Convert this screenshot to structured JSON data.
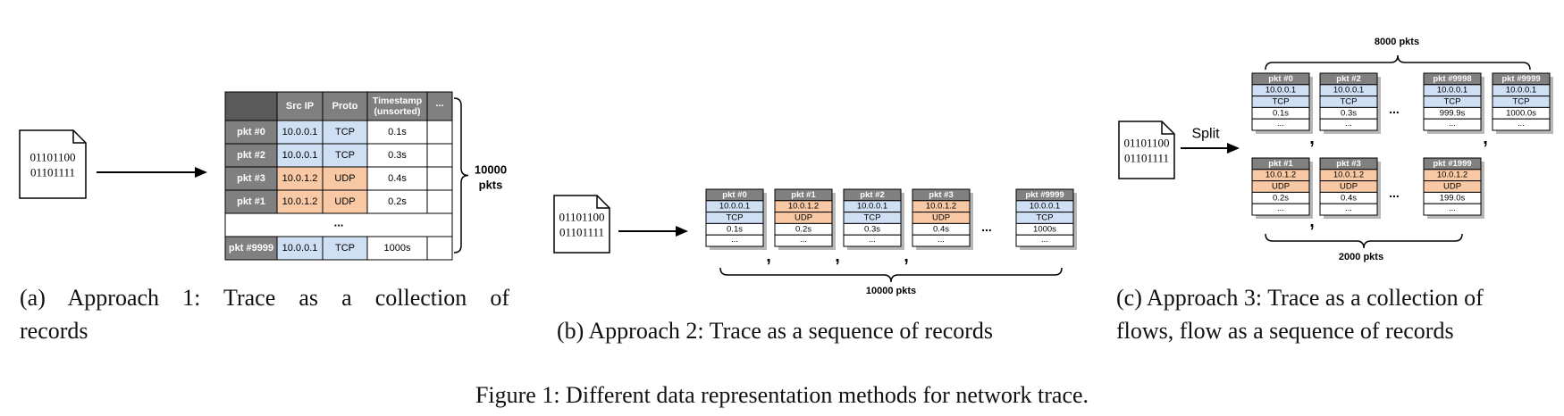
{
  "colors": {
    "header": "#808080",
    "corner": "#5a5a5a",
    "blue": "#cfe0f5",
    "orange": "#f8c9a4",
    "white": "#ffffff",
    "line": "#000000"
  },
  "file_icon": {
    "line1": "01101100",
    "line2": "01101111"
  },
  "approach1": {
    "headers": [
      "",
      "Src IP",
      "Proto",
      "Timestamp\n(unsorted)",
      "..."
    ],
    "rows": [
      {
        "pkt": "pkt #0",
        "ip": "10.0.0.1",
        "proto": "TCP",
        "ts": "0.1s",
        "color": "blue"
      },
      {
        "pkt": "pkt #2",
        "ip": "10.0.0.1",
        "proto": "TCP",
        "ts": "0.3s",
        "color": "blue"
      },
      {
        "pkt": "pkt #3",
        "ip": "10.0.1.2",
        "proto": "UDP",
        "ts": "0.4s",
        "color": "orange"
      },
      {
        "pkt": "pkt #1",
        "ip": "10.0.1.2",
        "proto": "UDP",
        "ts": "0.2s",
        "color": "orange"
      },
      {
        "ellipsis": "..."
      },
      {
        "pkt": "pkt #9999",
        "ip": "10.0.0.1",
        "proto": "TCP",
        "ts": "1000s",
        "color": "blue"
      }
    ],
    "brace_label": [
      "10000",
      "pkts"
    ],
    "caption_line1": "(a) Approach 1: Trace as a collection of",
    "caption_line2": "records"
  },
  "approach2": {
    "records": [
      {
        "pkt": "pkt #0",
        "ip": "10.0.0.1",
        "proto": "TCP",
        "ts": "0.1s",
        "color": "blue"
      },
      {
        "pkt": "pkt #1",
        "ip": "10.0.1.2",
        "proto": "UDP",
        "ts": "0.2s",
        "color": "orange"
      },
      {
        "pkt": "pkt #2",
        "ip": "10.0.0.1",
        "proto": "TCP",
        "ts": "0.3s",
        "color": "blue"
      },
      {
        "pkt": "pkt #3",
        "ip": "10.0.1.2",
        "proto": "UDP",
        "ts": "0.4s",
        "color": "orange"
      },
      {
        "pkt": "pkt #9999",
        "ip": "10.0.0.1",
        "proto": "TCP",
        "ts": "1000s",
        "color": "blue"
      }
    ],
    "more_cell": "...",
    "separator": ",",
    "ellipsis": "...",
    "brace_label": "10000 pkts",
    "caption": "(b) Approach 2: Trace as a sequence of records"
  },
  "approach3": {
    "split_label": "Split",
    "top_label": "8000 pkts",
    "bottom_label": "2000 pkts",
    "flow1": [
      {
        "pkt": "pkt #0",
        "ip": "10.0.0.1",
        "proto": "TCP",
        "ts": "0.1s",
        "color": "blue"
      },
      {
        "pkt": "pkt #2",
        "ip": "10.0.0.1",
        "proto": "TCP",
        "ts": "0.3s",
        "color": "blue"
      },
      {
        "pkt": "pkt #9998",
        "ip": "10.0.0.1",
        "proto": "TCP",
        "ts": "999.9s",
        "color": "blue"
      },
      {
        "pkt": "pkt #9999",
        "ip": "10.0.0.1",
        "proto": "TCP",
        "ts": "1000.0s",
        "color": "blue"
      }
    ],
    "flow2": [
      {
        "pkt": "pkt #1",
        "ip": "10.0.1.2",
        "proto": "UDP",
        "ts": "0.2s",
        "color": "orange"
      },
      {
        "pkt": "pkt #3",
        "ip": "10.0.1.2",
        "proto": "UDP",
        "ts": "0.4s",
        "color": "orange"
      },
      {
        "pkt": "pkt #1999",
        "ip": "10.0.1.2",
        "proto": "UDP",
        "ts": "199.0s",
        "color": "orange"
      }
    ],
    "more_cell": "...",
    "separator": ",",
    "ellipsis": "...",
    "caption_line1": "(c) Approach 3: Trace as a collection of",
    "caption_line2": "flows, flow as a sequence of records"
  },
  "figure_caption": "Figure 1: Different data representation methods for network trace."
}
